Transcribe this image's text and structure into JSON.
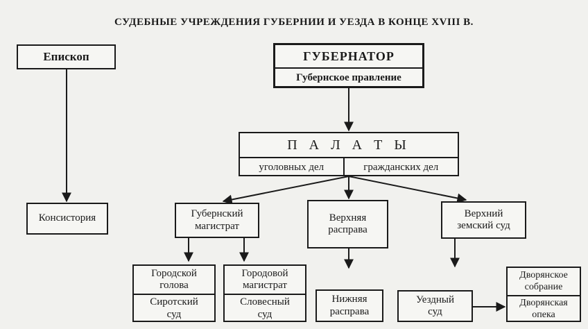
{
  "title": "СУДЕБНЫЕ УЧРЕЖДЕНИЯ ГУБЕРНИИ И УЕЗДА В КОНЦЕ XVIII В.",
  "nodes": {
    "bishop": "Епископ",
    "governor": "ГУБЕРНАТОР",
    "provincial_board": "Губернское правление",
    "palaty": "П А Л А Т Ы",
    "criminal": "уголовных дел",
    "civil": "гражданских дел",
    "consistory": "Консистория",
    "gub_magistrat": "Губернский\nмагистрат",
    "verkhnyaya_rasprava": "Верхняя\nрасправа",
    "verkhniy_zemskiy_sud": "Верхний\nземский суд",
    "gorodskoy_golova": "Городской\nголова",
    "sirotskiy_sud": "Сиротский\nсуд",
    "gorodovoy_magistrat": "Городовой\nмагистрат",
    "slovesny_sud": "Словесный\nсуд",
    "nizhnyaya_rasprava": "Нижняя\nрасправа",
    "uezdny_sud": "Уездный\nсуд",
    "dvoryanskoe_sobranie": "Дворянское\nсобрание",
    "dvoryanskaya_opeka": "Дворянская\nопека"
  },
  "colors": {
    "ink": "#1a1a1a",
    "paper": "#f1f1ee",
    "box_fill": "#f6f6f3"
  }
}
